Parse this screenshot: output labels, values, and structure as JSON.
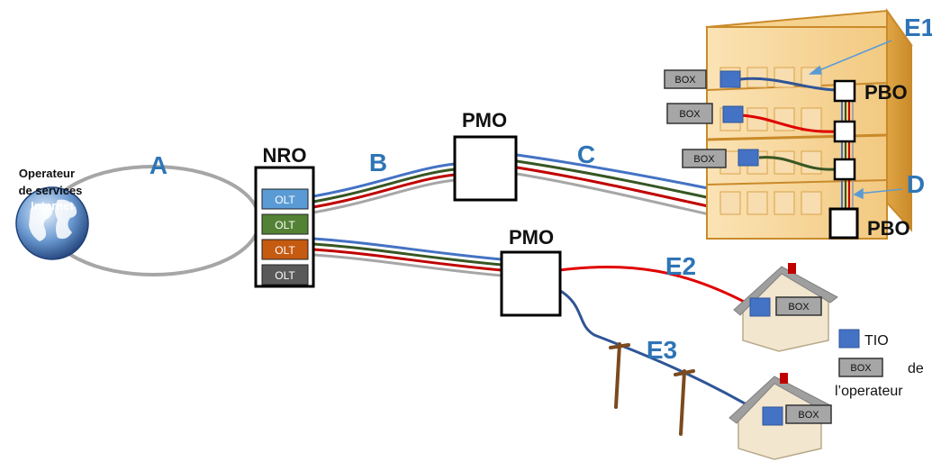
{
  "labels": {
    "a": "A",
    "b": "B",
    "c": "C",
    "d": "D",
    "e1": "E1",
    "e2": "E2",
    "e3": "E3"
  },
  "isp": {
    "line1": "Operateur",
    "line2": "de services",
    "line3": "Internet"
  },
  "nro": {
    "title": "NRO",
    "olts": [
      {
        "label": "OLT",
        "color": "#5b9bd5"
      },
      {
        "label": "OLT",
        "color": "#548235"
      },
      {
        "label": "OLT",
        "color": "#c55a11"
      },
      {
        "label": "OLT",
        "color": "#595959"
      }
    ]
  },
  "pmo_top": "PMO",
  "pmo_bottom": "PMO",
  "pbo_upper": "PBO",
  "pbo_lower": "PBO",
  "box": "BOX",
  "legend": {
    "tio": "TIO",
    "box": "BOX",
    "de": "de",
    "operator": "l’operateur"
  },
  "colors": {
    "fiber_blue": "#4472c4",
    "fiber_green": "#375623",
    "fiber_red": "#c00000",
    "fiber_gray": "#a6a6a6",
    "tio_blue": "#4472c4",
    "box_gray": "#a6a6a6",
    "label_blue": "#2e75b6"
  }
}
